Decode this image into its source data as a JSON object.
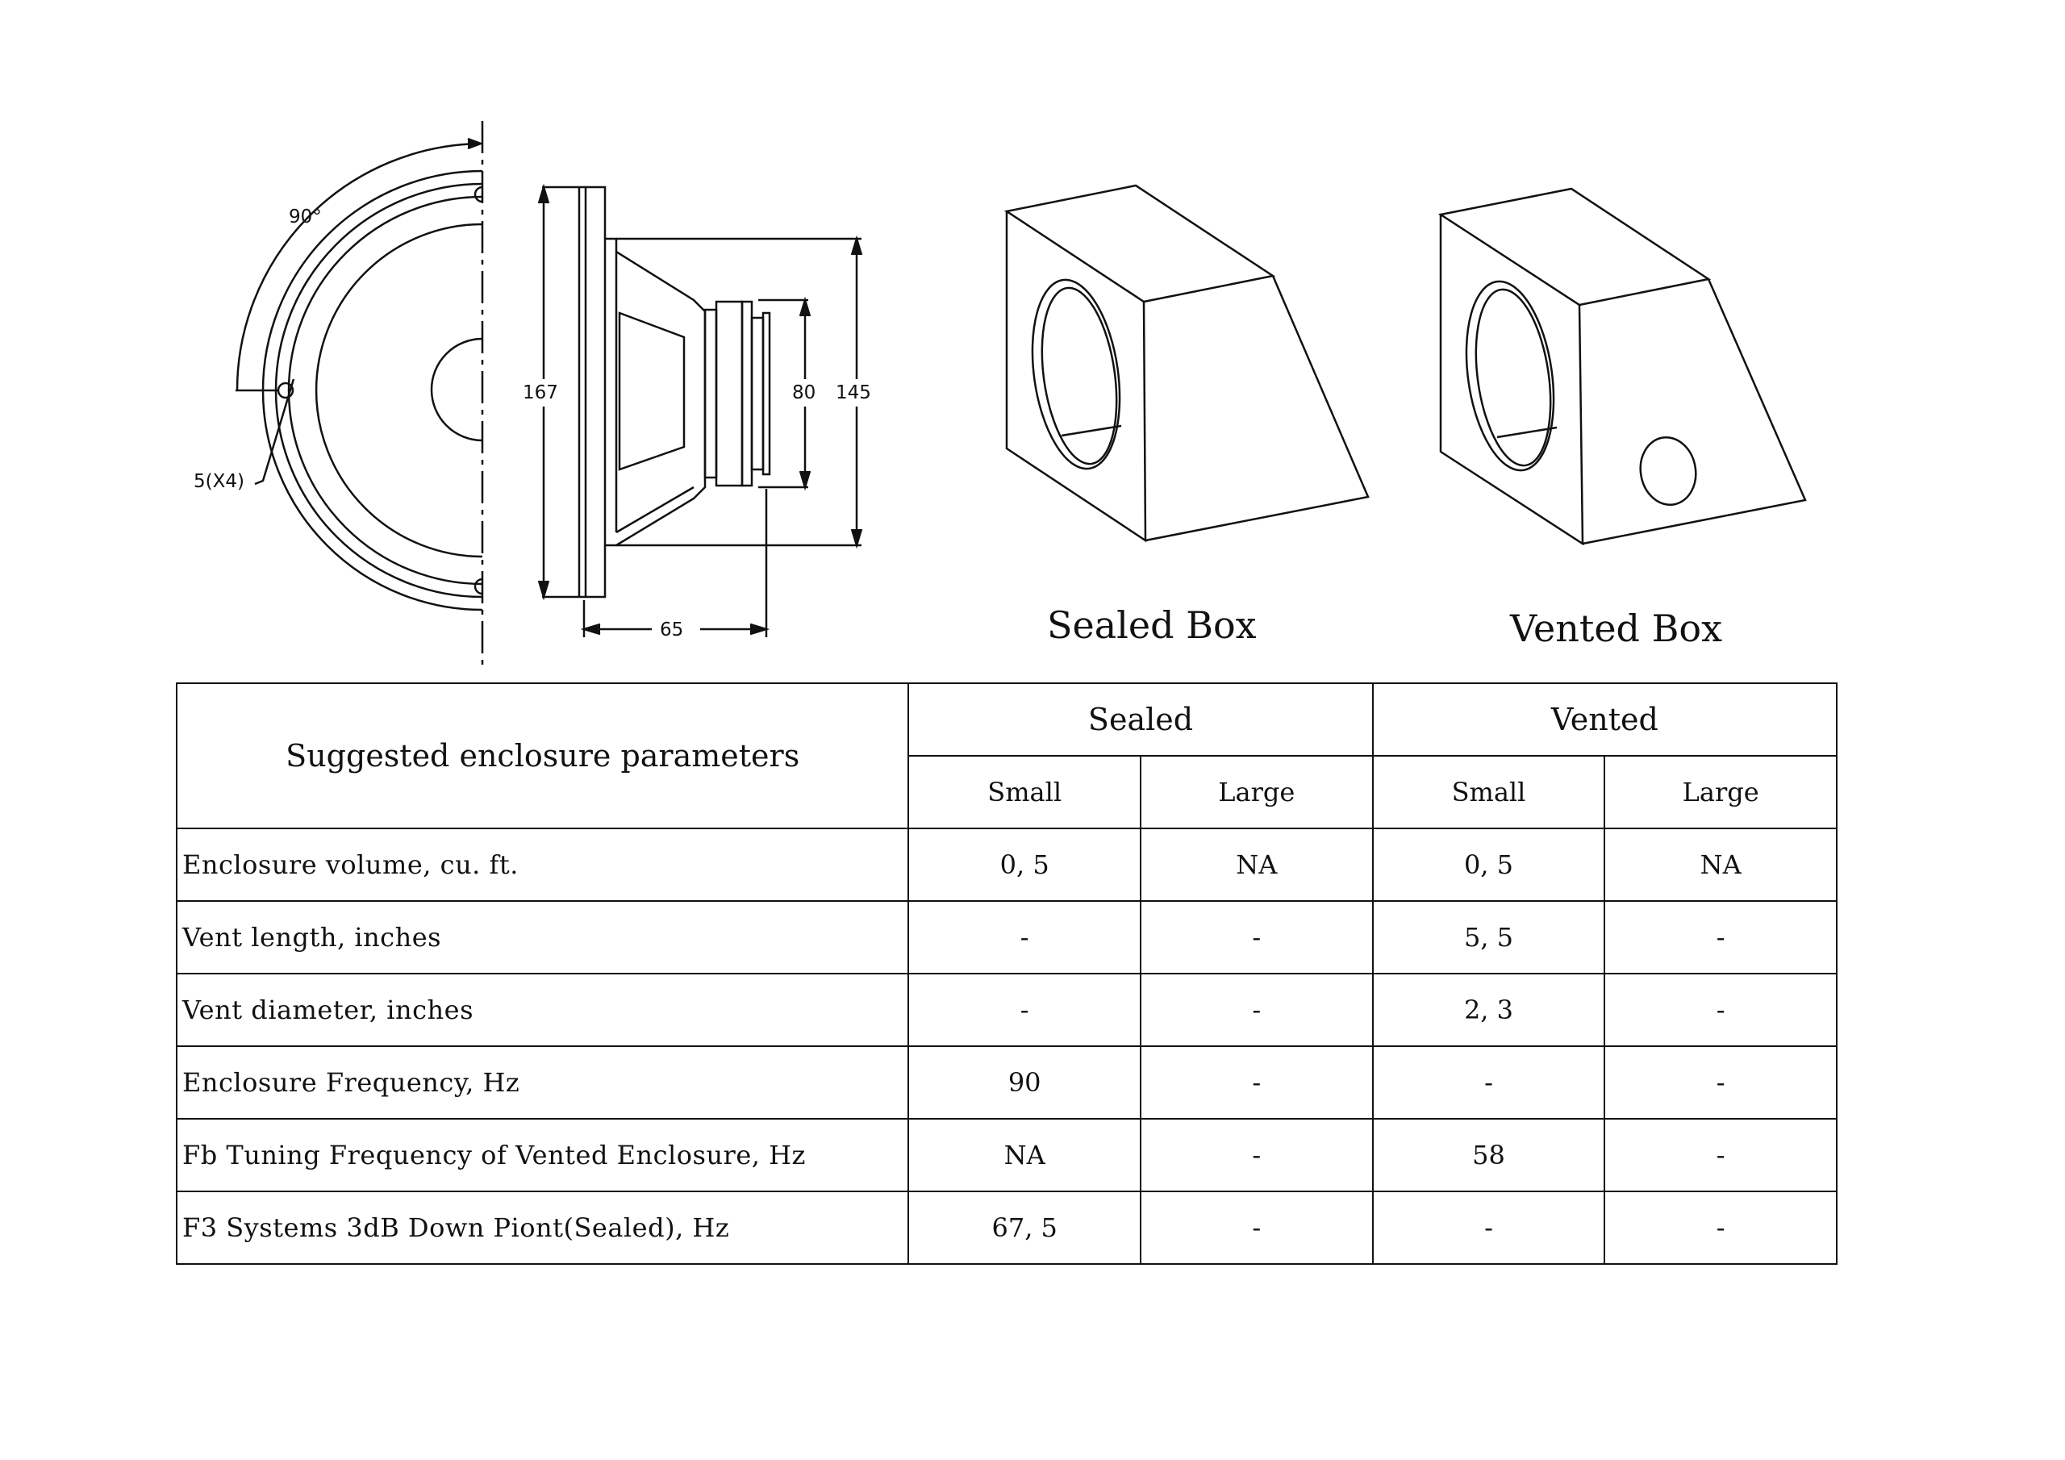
{
  "drawing": {
    "front_view": {
      "angle_label": "90°",
      "hole_label": "5(X4)"
    },
    "side_view": {
      "dims": {
        "height_outer": "167",
        "magnet_dia": "80",
        "frame_height": "145",
        "depth": "65"
      }
    }
  },
  "boxes": {
    "sealed_caption": "Sealed Box",
    "vented_caption": "Vented Box"
  },
  "table": {
    "title": "Suggested enclosure parameters",
    "groups": [
      "Sealed",
      "Vented"
    ],
    "subheaders": [
      "Small",
      "Large",
      "Small",
      "Large"
    ],
    "rows": [
      {
        "label": "Enclosure volume, cu. ft.",
        "values": [
          "0, 5",
          "NA",
          "0, 5",
          "NA"
        ]
      },
      {
        "label": "Vent length, inches",
        "values": [
          "-",
          "-",
          "5, 5",
          "-"
        ]
      },
      {
        "label": "Vent diameter, inches",
        "values": [
          "-",
          "-",
          "2, 3",
          "-"
        ]
      },
      {
        "label": "Enclosure Frequency, Hz",
        "values": [
          "90",
          "-",
          "-",
          "-"
        ]
      },
      {
        "label": "Fb Tuning Frequency of Vented Enclosure, Hz",
        "values": [
          "NA",
          "-",
          "58",
          "-"
        ]
      },
      {
        "label": "F3 Systems 3dB Down Piont(Sealed), Hz",
        "values": [
          "67, 5",
          "-",
          "-",
          "-"
        ]
      }
    ]
  }
}
